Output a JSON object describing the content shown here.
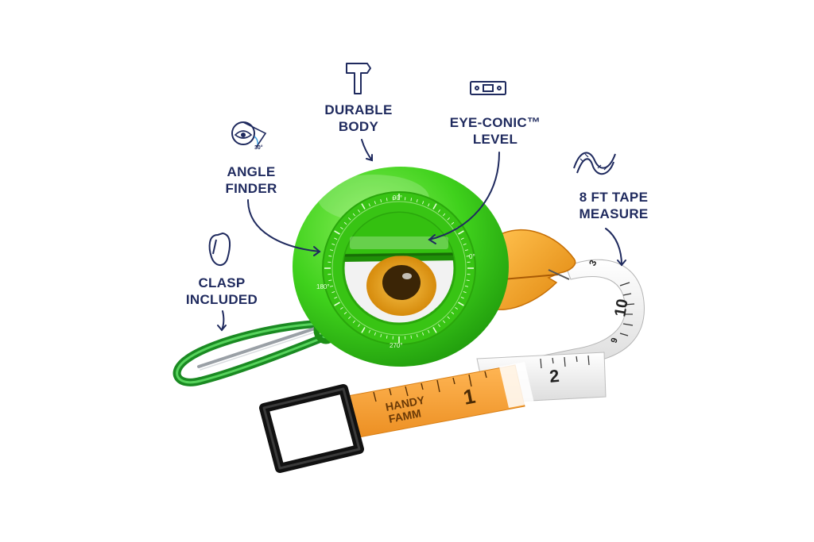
{
  "callouts": {
    "durable_body": {
      "line1": "DURABLE",
      "line2": "BODY",
      "icon": "hammer-icon"
    },
    "eye_conic_level": {
      "line1": "EYE-CONIC™",
      "line2": "LEVEL",
      "icon": "spirit-level-icon"
    },
    "angle_finder": {
      "line1": "ANGLE",
      "line2": "FINDER",
      "icon": "protractor-eye-icon",
      "icon_text": "30°"
    },
    "tape_measure": {
      "line1": "8 FT TAPE",
      "line2": "MEASURE",
      "icon": "tape-wave-icon"
    },
    "clasp": {
      "line1": "CLASP",
      "line2": "INCLUDED",
      "icon": "carabiner-icon"
    }
  },
  "dial": {
    "top": "90°",
    "right": "0°",
    "left": "180°",
    "bottom": "270°"
  },
  "tape": {
    "brand_line1": "HANDY",
    "brand_line2": "FAMM",
    "numbers": [
      "1",
      "2",
      "3",
      "9",
      "10"
    ]
  },
  "colors": {
    "navy": "#1f2a5e",
    "body_green": "#3fd11c",
    "beak_orange": "#f5a623",
    "eye_iris": "#e8a11a",
    "tape_orange": "#f5a33a"
  }
}
